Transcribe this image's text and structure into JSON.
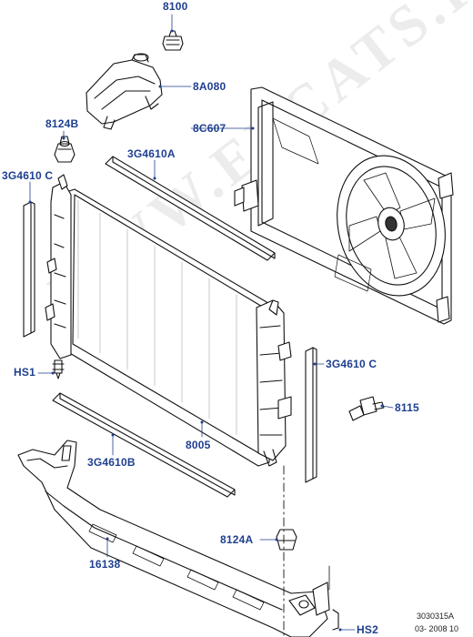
{
  "diagram": {
    "watermark": "WWW.ELCATS.RU",
    "ref_code": "3030315A",
    "ref_date": "03- 2008 10",
    "callouts": [
      {
        "id": "8100",
        "label": "8100"
      },
      {
        "id": "8a080",
        "label": "8A080"
      },
      {
        "id": "8124b",
        "label": "8124B"
      },
      {
        "id": "8c607",
        "label": "8C607"
      },
      {
        "id": "3g4610a",
        "label": "3G4610A"
      },
      {
        "id": "3g4610c-left",
        "label": "3G4610 C"
      },
      {
        "id": "hs1",
        "label": "HS1"
      },
      {
        "id": "3g4610c-right",
        "label": "3G4610 C"
      },
      {
        "id": "8115",
        "label": "8115"
      },
      {
        "id": "8005",
        "label": "8005"
      },
      {
        "id": "3g4610b",
        "label": "3G4610B"
      },
      {
        "id": "8124a",
        "label": "8124A"
      },
      {
        "id": "16138",
        "label": "16138"
      },
      {
        "id": "hs2",
        "label": "HS2"
      }
    ]
  }
}
